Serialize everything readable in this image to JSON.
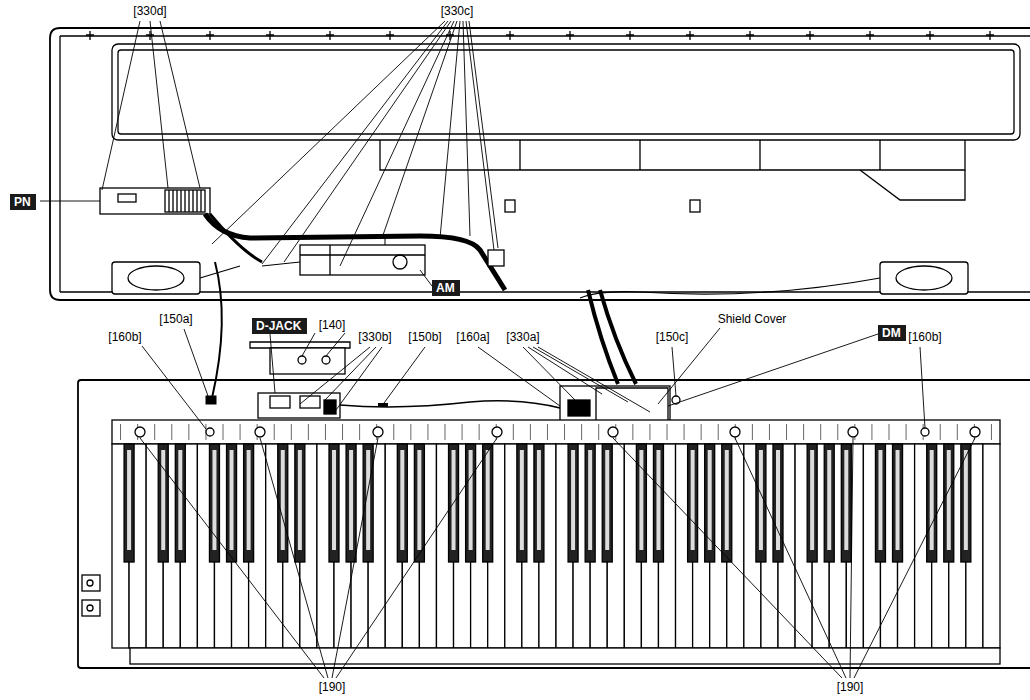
{
  "diagram": {
    "nodes": [
      {
        "text": [
          "PN"
        ]
      },
      {
        "text": [
          "AM"
        ]
      },
      {
        "text": [
          "D-JACK"
        ]
      },
      {
        "text": [
          "DM"
        ]
      }
    ],
    "labels": [
      "[330d]",
      "[330c]",
      "[150a]",
      "[140]",
      "[160b]",
      "[330b]",
      "[150b]",
      "[160a]",
      "[330a]",
      "[150c]",
      "Shield Cover",
      "[160b]",
      "[190]",
      "[190]"
    ]
  }
}
